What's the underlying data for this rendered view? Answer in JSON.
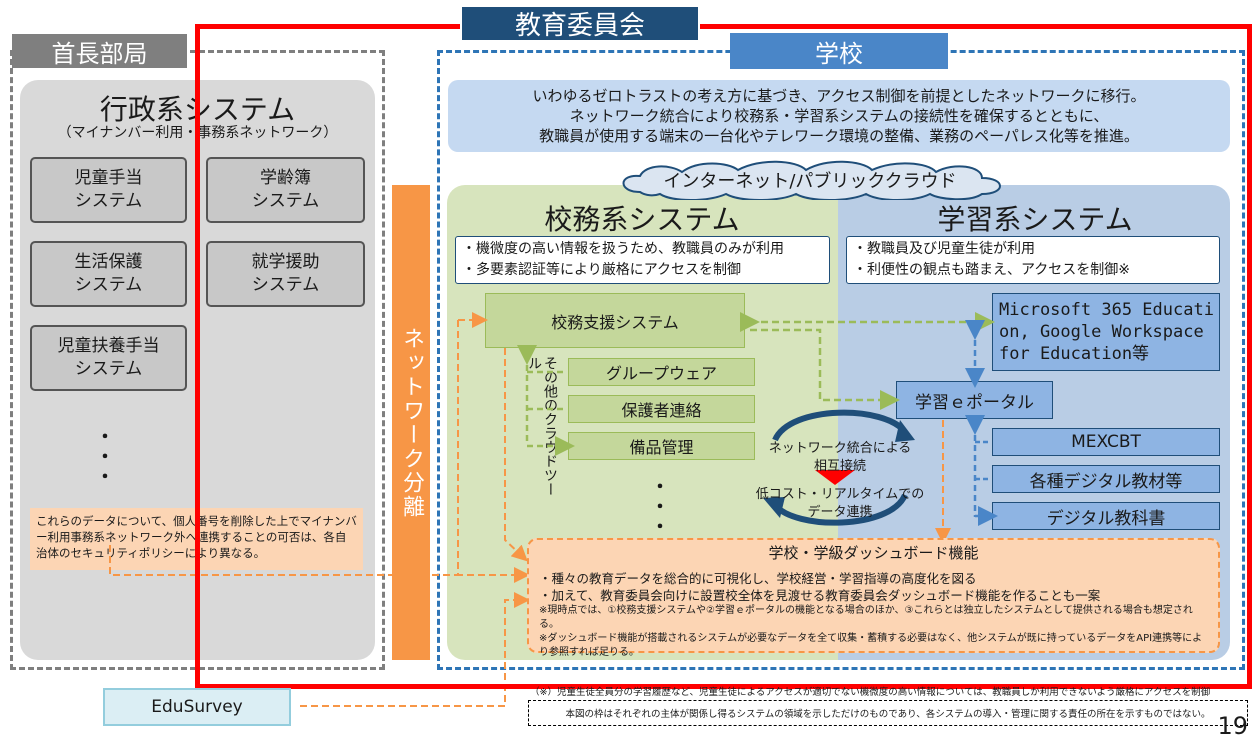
{
  "left": {
    "title": "首長部局",
    "panel_title": "行政系システム",
    "panel_subtitle": "（マイナンバー利用・事務系ネットワーク）",
    "systems": [
      {
        "l1": "児童手当",
        "l2": "システム"
      },
      {
        "l1": "学齢簿",
        "l2": "システム"
      },
      {
        "l1": "生活保護",
        "l2": "システム"
      },
      {
        "l1": "就学援助",
        "l2": "システム"
      },
      {
        "l1": "児童扶養手当",
        "l2": "システム"
      }
    ],
    "note": "これらのデータについて、個人番号を削除した上でマイナンバー利用事務系ネットワーク外へ連携することの可否は、各自治体のセキュリティポリシーにより異なる。"
  },
  "board_title": "教育委員会",
  "network_separation": "ネットワーク分離",
  "school": {
    "title": "学校",
    "desc": [
      "いわゆるゼロトラストの考え方に基づき、アクセス制御を前提としたネットワークに移行。",
      "ネットワーク統合により校務系・学習系システムの接続性を確保するとともに、",
      "教職員が使用する端末の一台化やテレワーク環境の整備、業務のペーパレス化等を推進。"
    ],
    "cloud": "インターネット/パブリッククラウド"
  },
  "koumu": {
    "title": "校務系システム",
    "bullets": [
      "・機微度の高い情報を扱うため、教職員のみが利用",
      "・多要素認証等により厳格にアクセスを制御"
    ],
    "support": "校務支援システム",
    "cloud_tools_label": "その他のクラウドツール",
    "tools": [
      "グループウェア",
      "保護者連絡",
      "備品管理"
    ]
  },
  "gakushu": {
    "title": "学習系システム",
    "bullets": [
      "・教職員及び児童生徒が利用",
      "・利便性の観点も踏まえ、アクセスを制御※"
    ],
    "ms_google": [
      "Microsoft 365 Educati",
      "on, Google Workspace",
      "for Education等"
    ],
    "portal": "学習ｅポータル",
    "items": [
      "MEXCBT",
      "各種デジタル教材等",
      "デジタル教科書"
    ]
  },
  "integration": {
    "top": [
      "ネットワーク統合による",
      "相互接続"
    ],
    "bottom": [
      "低コスト・リアルタイムでの",
      "データ連携"
    ]
  },
  "dashboard": {
    "title": "学校・学級ダッシュボード機能",
    "lines": [
      "・種々の教育データを総合的に可視化し、学校経営・学習指導の高度化を図る",
      "・加えて、教育委員会向けに設置校全体を見渡せる教育委員会ダッシュボード機能を作ることも一案"
    ],
    "notes": [
      "※現時点では、①校務支援システムや②学習ｅポータルの機能となる場合のほか、③これらとは独立したシステムとして提供される場合も想定される。",
      "※ダッシュボード機能が搭載されるシステムが必要なデータを全て収集・蓄積する必要はなく、他システムが既に持っているデータをAPI連携等により参照すれば足りる。"
    ]
  },
  "edusurvey": "EduSurvey",
  "footnote": "（※）児童生徒全員分の学習履歴など、児童生徒によるアクセスが適切でない機微度の高い情報については、教職員しか利用できないよう厳格にアクセスを制御",
  "disclaimer": "本図の枠はそれぞれの主体が関係し得るシステムの領域を示しただけのものであり、各システムの導入・管理に関する責任の所在を示すものではない。",
  "page_number": "19",
  "colors": {
    "red_frame": "#ff0000",
    "board": "#1f4e79",
    "separation": "#f79646",
    "school": "#4a86c8",
    "koumu": "#d7e4bd",
    "gakushu": "#b9cde5"
  }
}
